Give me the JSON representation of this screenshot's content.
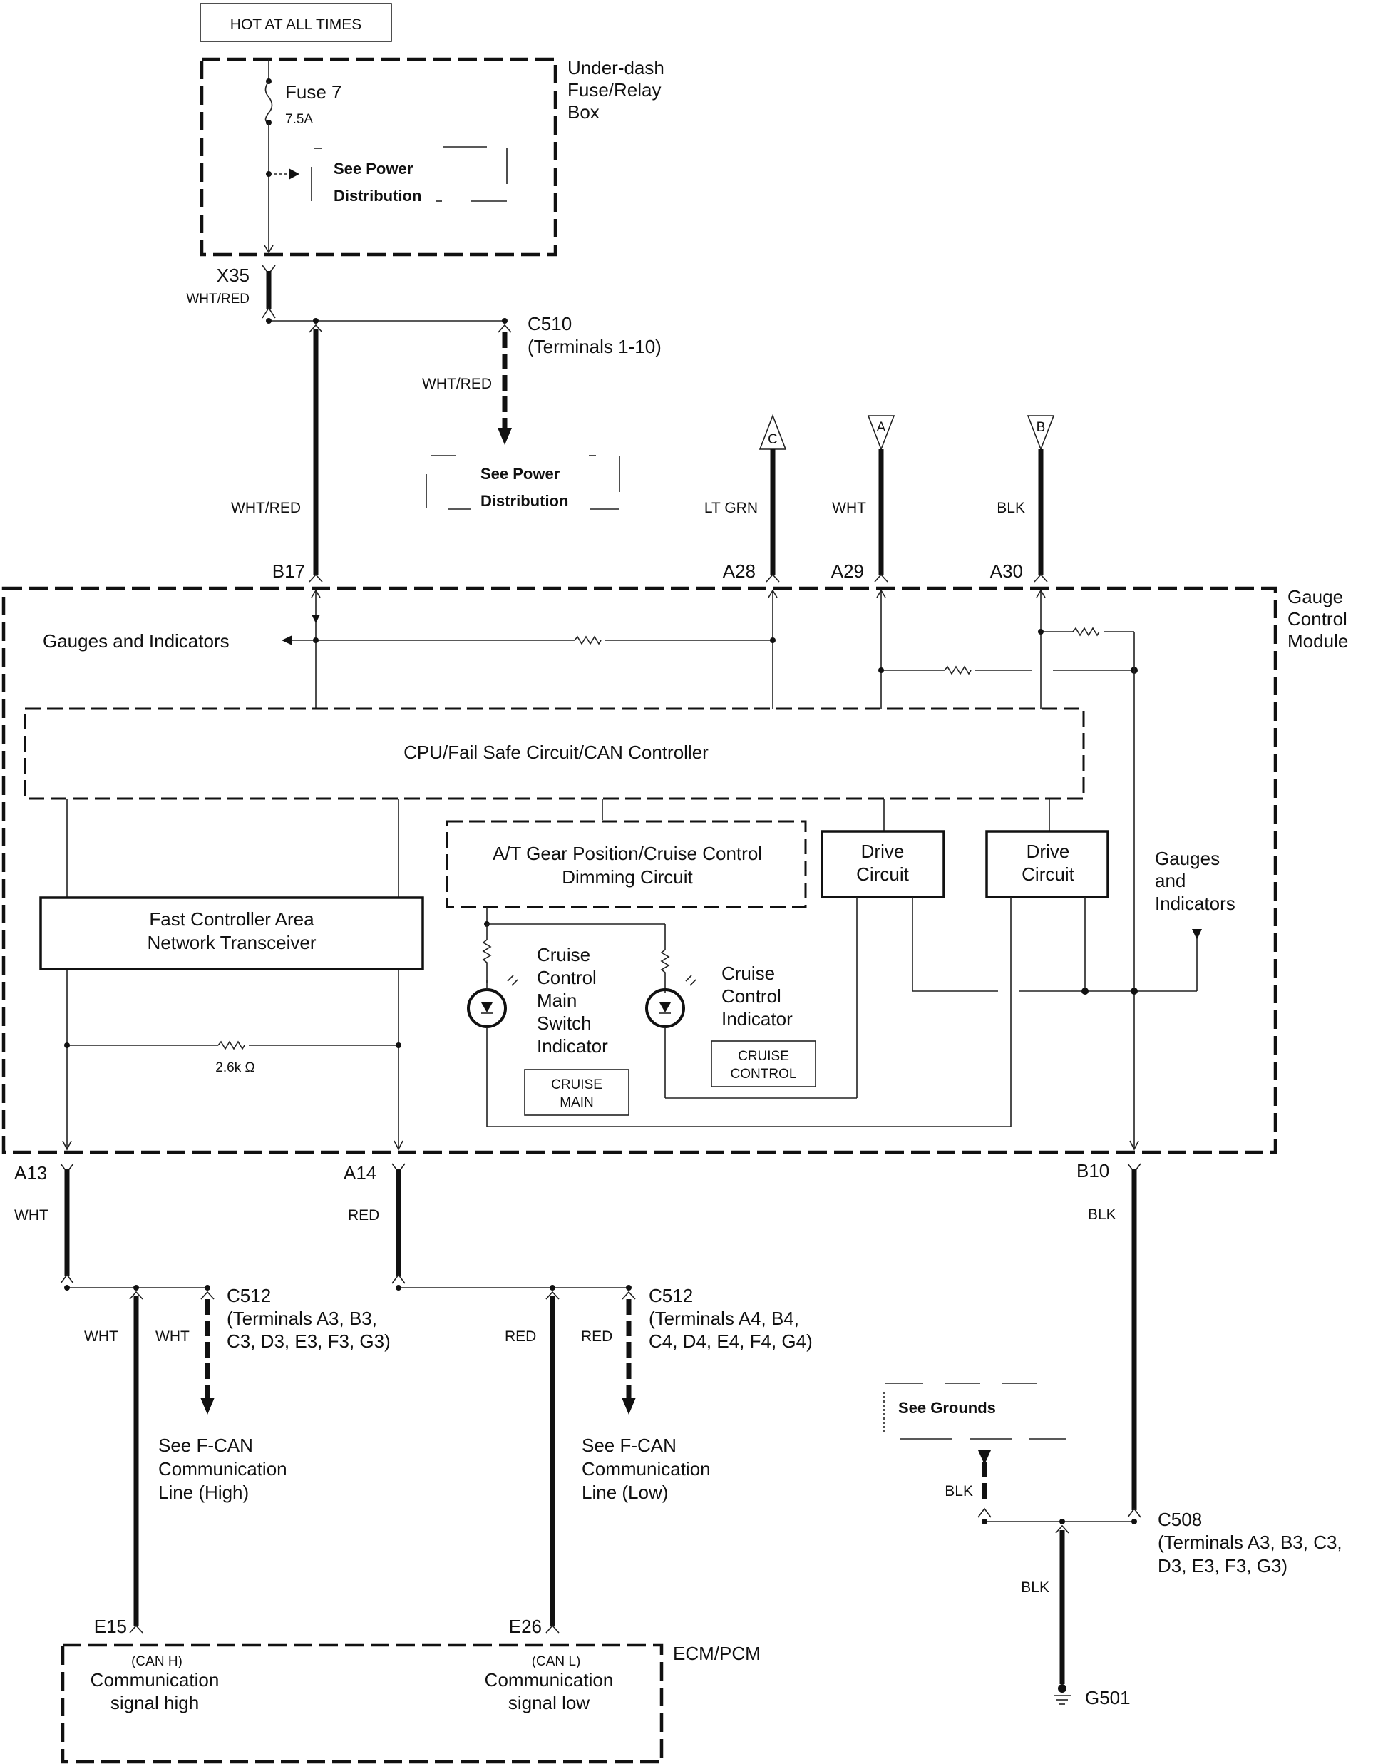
{
  "diagram": {
    "title": "Gauge Control Module / F-CAN Communication Circuit",
    "hot_label": "HOT AT ALL TIMES",
    "fuse_box": {
      "name_line1": "Under-dash",
      "name_line2": "Fuse/Relay",
      "name_line3": "Box",
      "fuse_name": "Fuse 7",
      "fuse_rating": "7.5A",
      "see_power_line1": "See Power",
      "see_power_line2": "Distribution"
    },
    "connectors": {
      "x35": "X35",
      "x35_wire": "WHT/RED",
      "c510": "C510",
      "c510_terms": "(Terminals 1-10)",
      "c510_wire": "WHT/RED",
      "see_power2_line1": "See Power",
      "see_power2_line2": "Distribution",
      "b17_wire": "WHT/RED",
      "b17": "B17",
      "a28": "A28",
      "a28_wire": "LT GRN",
      "a28_flag": "C",
      "a29": "A29",
      "a29_wire": "WHT",
      "a29_flag": "A",
      "a30": "A30",
      "a30_wire": "BLK",
      "a30_flag": "B",
      "a13": "A13",
      "a13_wire": "WHT",
      "a14": "A14",
      "a14_wire": "RED",
      "b10": "B10",
      "b10_wire": "BLK"
    },
    "module": {
      "name_line1": "Gauge",
      "name_line2": "Control",
      "name_line3": "Module",
      "gauges_top": "Gauges and Indicators",
      "cpu": "CPU/Fail Safe Circuit/CAN Controller",
      "at_line1": "A/T Gear Position/Cruise Control",
      "at_line2": "Dimming Circuit",
      "drive1_line1": "Drive",
      "drive1_line2": "Circuit",
      "drive2_line1": "Drive",
      "drive2_line2": "Circuit",
      "gauges_right_line1": "Gauges",
      "gauges_right_line2": "and",
      "gauges_right_line3": "Indicators",
      "transceiver_line1": "Fast Controller Area",
      "transceiver_line2": "Network Transceiver",
      "resistor_value": "2.6k Ω",
      "cruise_main_ind": [
        "Cruise",
        "Control",
        "Main",
        "Switch",
        "Indicator"
      ],
      "cruise_main_badge_line1": "CRUISE",
      "cruise_main_badge_line2": "MAIN",
      "cruise_ctrl_ind": [
        "Cruise",
        "Control",
        "Indicator"
      ],
      "cruise_ctrl_badge_line1": "CRUISE",
      "cruise_ctrl_badge_line2": "CONTROL"
    },
    "can_high": {
      "c512": "C512",
      "terms_line1": "(Terminals A3, B3,",
      "terms_line2": "C3, D3, E3, F3, G3)",
      "wire_left": "WHT",
      "wire_right": "WHT",
      "see_line1": "See F-CAN",
      "see_line2": "Communication",
      "see_line3": "Line (High)",
      "ecm_pin": "E15",
      "ecm_sub": "(CAN H)",
      "ecm_line1": "Communication",
      "ecm_line2": "signal high"
    },
    "can_low": {
      "c512": "C512",
      "terms_line1": "(Terminals A4, B4,",
      "terms_line2": "C4, D4, E4, F4, G4)",
      "wire_left": "RED",
      "wire_right": "RED",
      "see_line1": "See F-CAN",
      "see_line2": "Communication",
      "see_line3": "Line (Low)",
      "ecm_pin": "E26",
      "ecm_sub": "(CAN L)",
      "ecm_line1": "Communication",
      "ecm_line2": "signal low"
    },
    "ecm": "ECM/PCM",
    "ground": {
      "see_grounds": "See Grounds",
      "wire_upper": "BLK",
      "wire_lower": "BLK",
      "c508": "C508",
      "c508_terms_line1": "(Terminals A3, B3, C3,",
      "c508_terms_line2": "D3, E3, F3, G3)",
      "g501": "G501"
    }
  }
}
